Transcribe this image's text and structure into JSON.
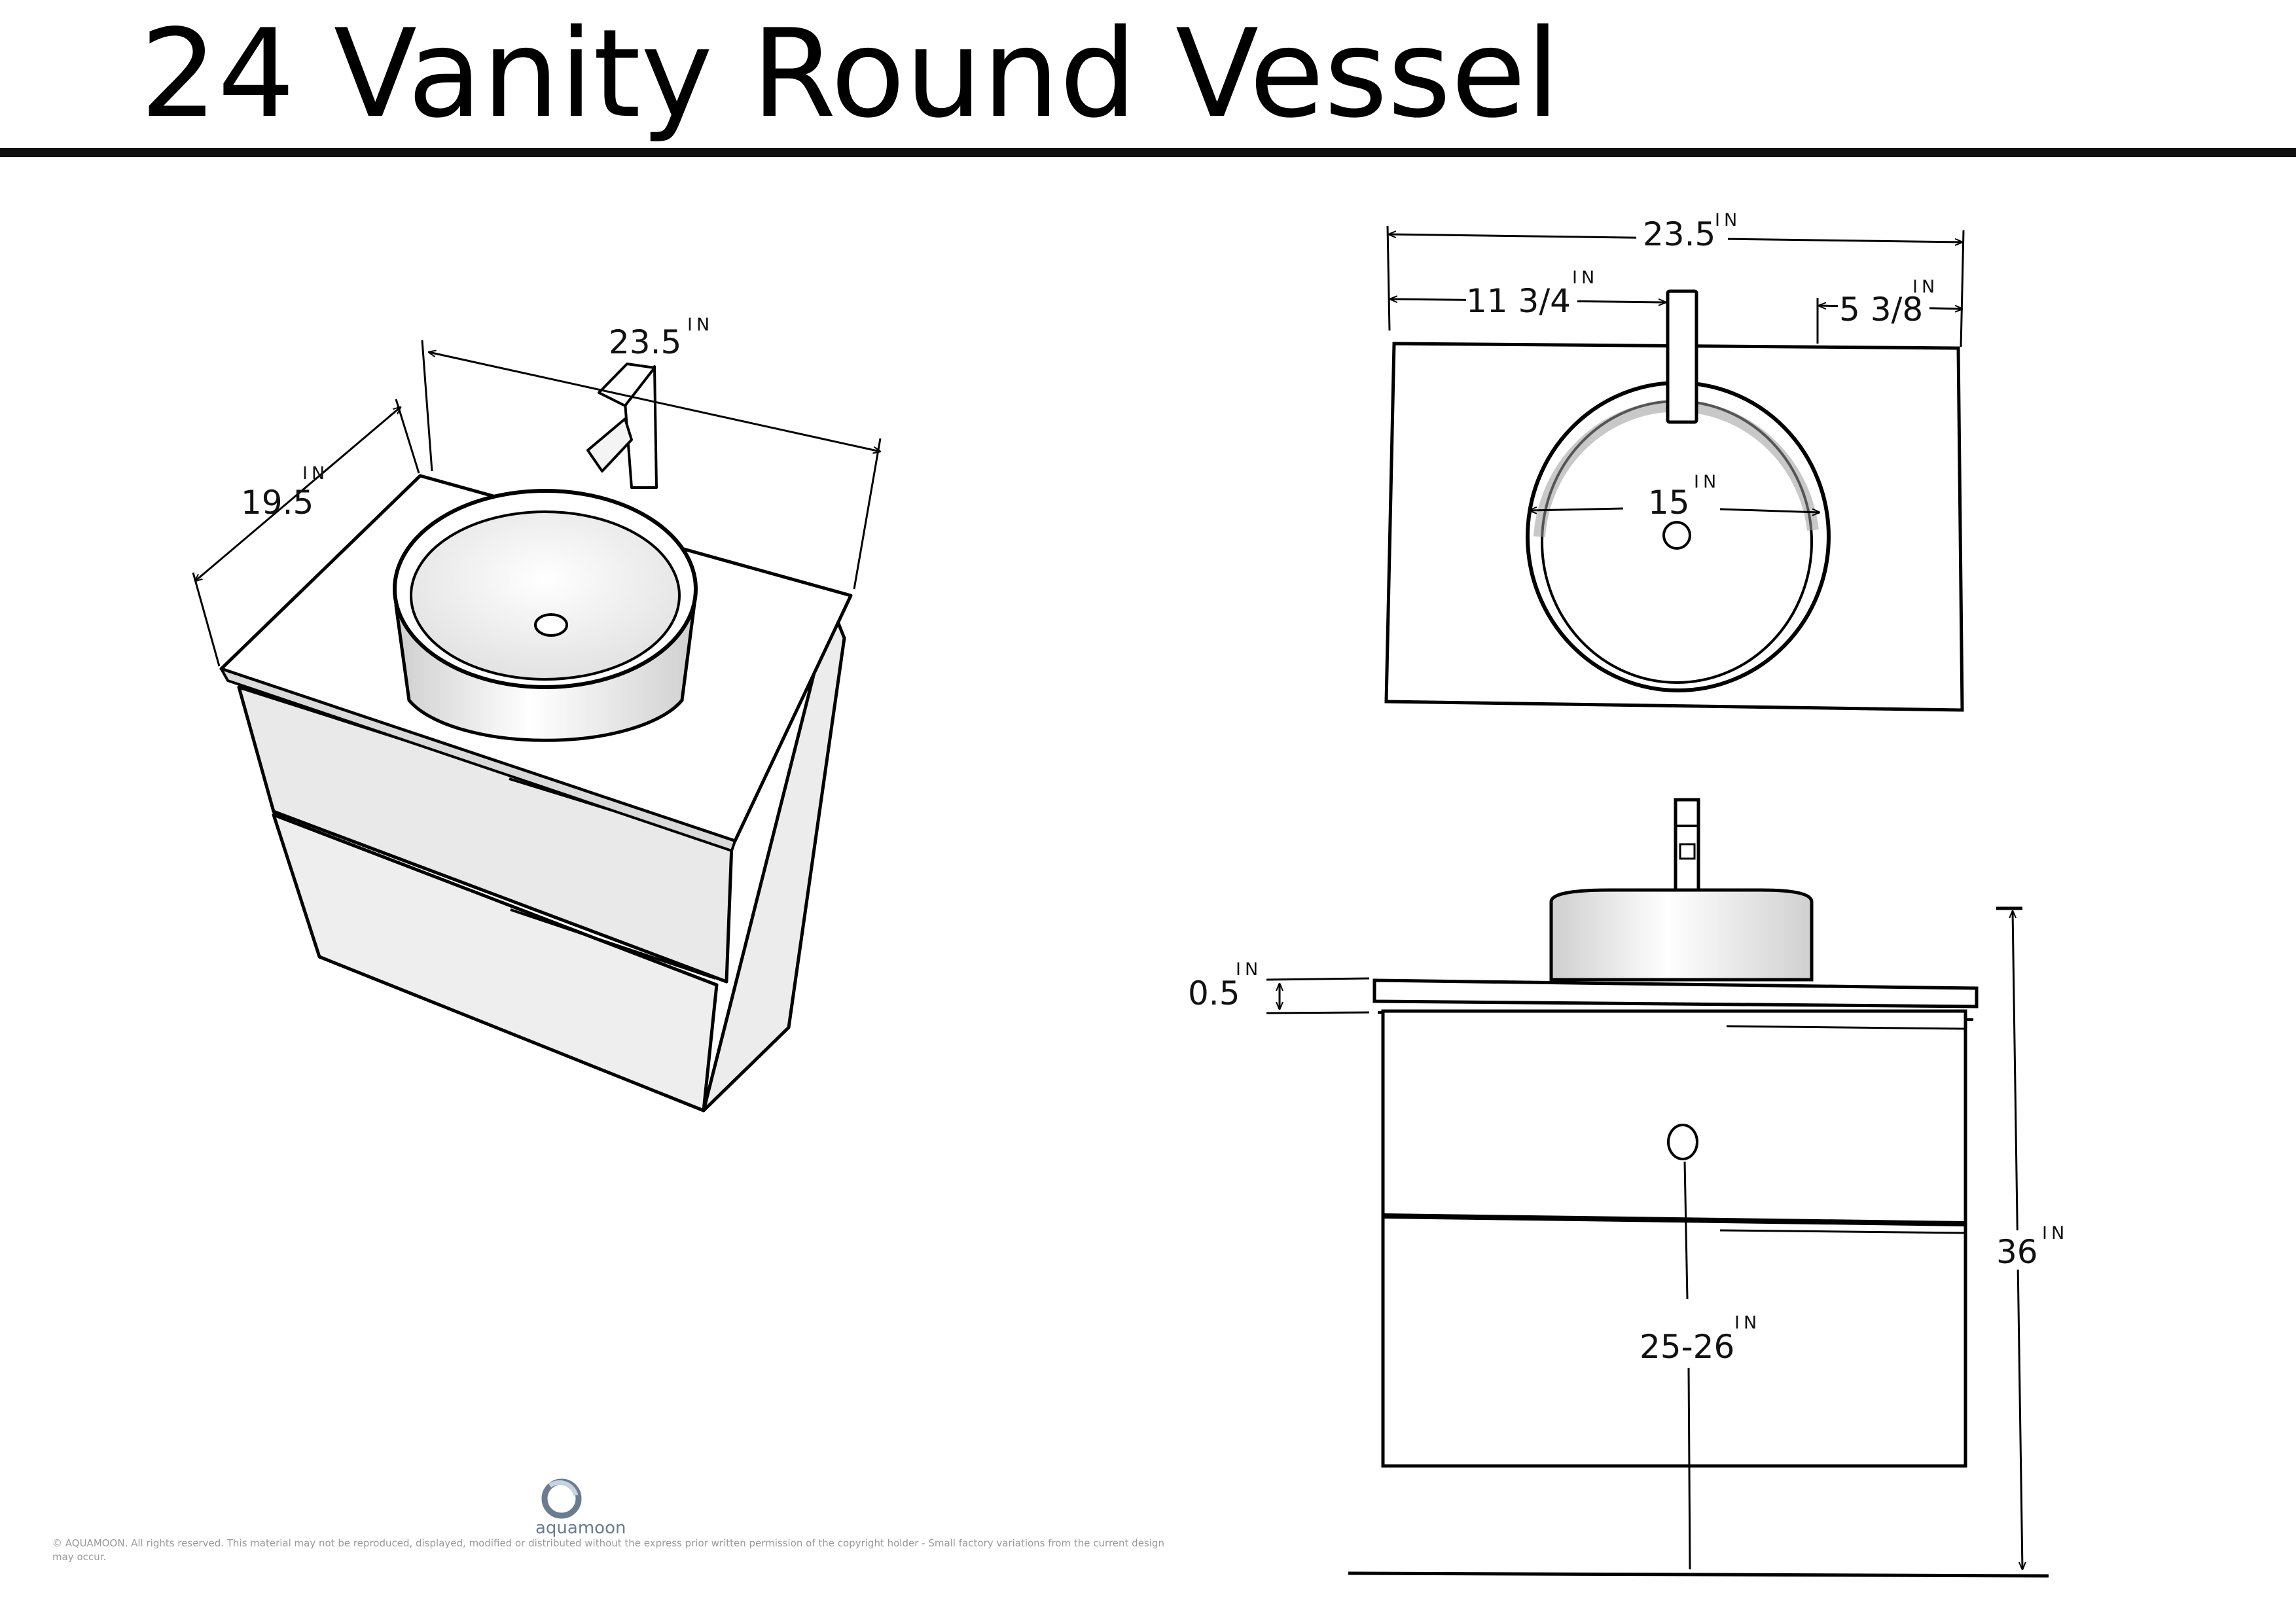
{
  "title": "24 Vanity Round Vessel",
  "unit": "IN",
  "iso_view": {
    "width": "23.5",
    "depth": "19.5"
  },
  "top_view": {
    "overall_width": "23.5",
    "faucet_offset_left": "11 3/4",
    "faucet_offset_right": "5 3/8",
    "bowl_diameter": "15"
  },
  "front_view": {
    "countertop_thickness": "0.5",
    "overall_height": "36",
    "mount_height": "25-26"
  },
  "brand": {
    "name": "aquamoon",
    "copyright": "© AQUAMOON. All rights reserved. This material may not be reproduced, displayed, modified or distributed without the express prior written permission of the copyright holder - Small factory variations from the current design may occur."
  },
  "colors": {
    "line": "#000000",
    "shade": "#e6e6e6",
    "brand": "#6b7b90"
  }
}
